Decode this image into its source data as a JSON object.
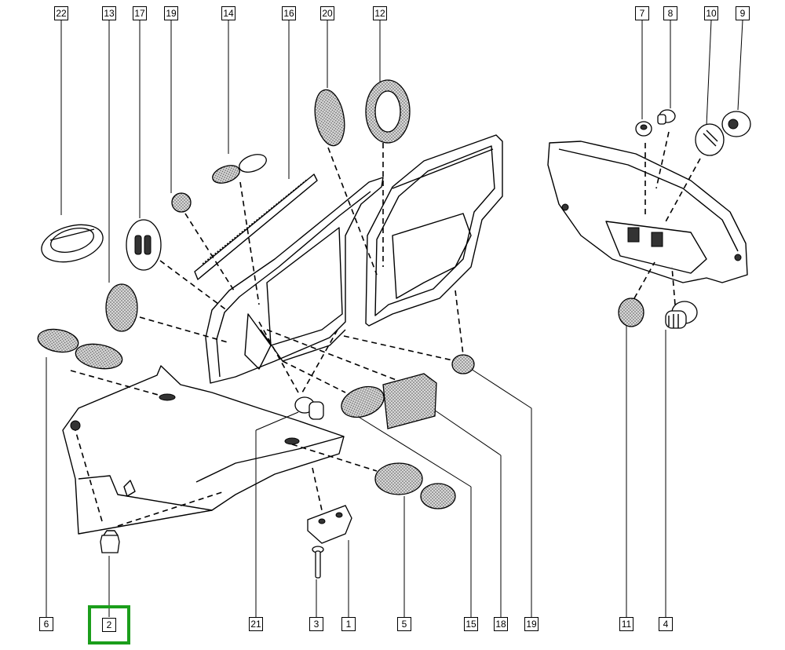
{
  "callouts": {
    "c1": "1",
    "c2": "2",
    "c3": "3",
    "c4": "4",
    "c5": "5",
    "c6": "6",
    "c7": "7",
    "c8": "8",
    "c9": "9",
    "c10": "10",
    "c11": "11",
    "c12": "12",
    "c13": "13",
    "c14": "14",
    "c15": "15",
    "c16": "16",
    "c17": "17",
    "c18": "18",
    "c19": "19",
    "c20": "20",
    "c21": "21",
    "c22": "22"
  },
  "selected_callout": "2",
  "colors": {
    "selection": "#1b9e1b",
    "line": "#000000",
    "part_fill": "#e4e4e4"
  }
}
